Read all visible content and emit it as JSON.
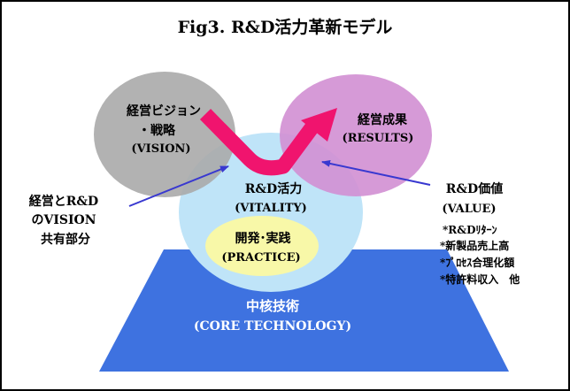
{
  "title": "Fig3. R&D活力革新モデル",
  "vision": {
    "line1": "経営ビジョン",
    "line2": "・戦略",
    "line3": "(VISION)"
  },
  "results": {
    "line1": "経営成果",
    "line2": "(RESULTS)"
  },
  "vitality": {
    "line1": "R&D活力",
    "line2": "(VITALITY)"
  },
  "practice": {
    "line1": "開発･実践",
    "line2": "(PRACTICE)"
  },
  "core": {
    "line1": "中核技術",
    "line2": "(CORE TECHNOLOGY)"
  },
  "left_note": {
    "line1": "経営とR&D",
    "line2": "のVISION",
    "line3": "共有部分"
  },
  "value": {
    "line1": "R&D価値",
    "line2": "(VALUE)",
    "items": [
      "*R&Dﾘﾀｰﾝ",
      "*新製品売上高",
      "*ﾌﾟﾛｾｽ合理化額",
      "*特許料収入　他"
    ]
  },
  "colors": {
    "vision_fill": "#aaaaaa",
    "results_fill": "#d28fd3",
    "vitality_fill": "#bfe4f8",
    "practice_fill": "#f8f8a8",
    "core_fill": "#3e72e0",
    "pink_arrow": "#f0146e",
    "blue_arrow": "#3838d0"
  }
}
